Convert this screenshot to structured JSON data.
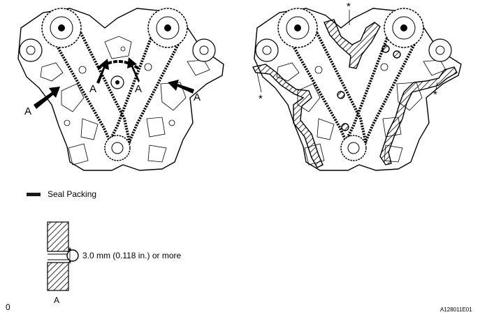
{
  "figure": {
    "callout_letter": "A",
    "asterisk": "*",
    "legend": {
      "seal_packing_label": "Seal Packing"
    },
    "detail": {
      "dimension_text": "3.0 mm (0.118 in.) or more",
      "view_label": "A"
    },
    "footer": {
      "page_marker": "0",
      "figure_code": "A128011E01"
    }
  },
  "colors": {
    "ink": "#000000",
    "paper": "#ffffff",
    "casting": "#6e6e6e",
    "seal": "#1a1a1a"
  }
}
